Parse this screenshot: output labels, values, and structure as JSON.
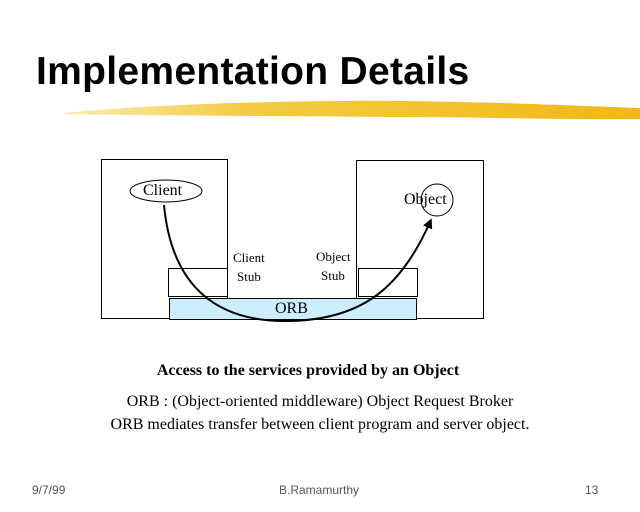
{
  "slide": {
    "title": "Implementation Details",
    "accent_color": "#f2c12e",
    "diagram": {
      "client_label": "Client",
      "object_label": "Object",
      "client_stub_label": [
        "Client",
        "Stub"
      ],
      "object_stub_label": [
        "Object",
        "Stub"
      ],
      "orb_label": "ORB",
      "orb_color": "#cceeff"
    },
    "caption": "Access to the services provided by an Object",
    "body_lines": [
      "ORB : (Object-oriented middleware)  Object Request Broker",
      "ORB mediates transfer between client program and server object."
    ],
    "footer": {
      "date": "9/7/99",
      "author": "B.Ramamurthy",
      "page_number": "13"
    }
  }
}
